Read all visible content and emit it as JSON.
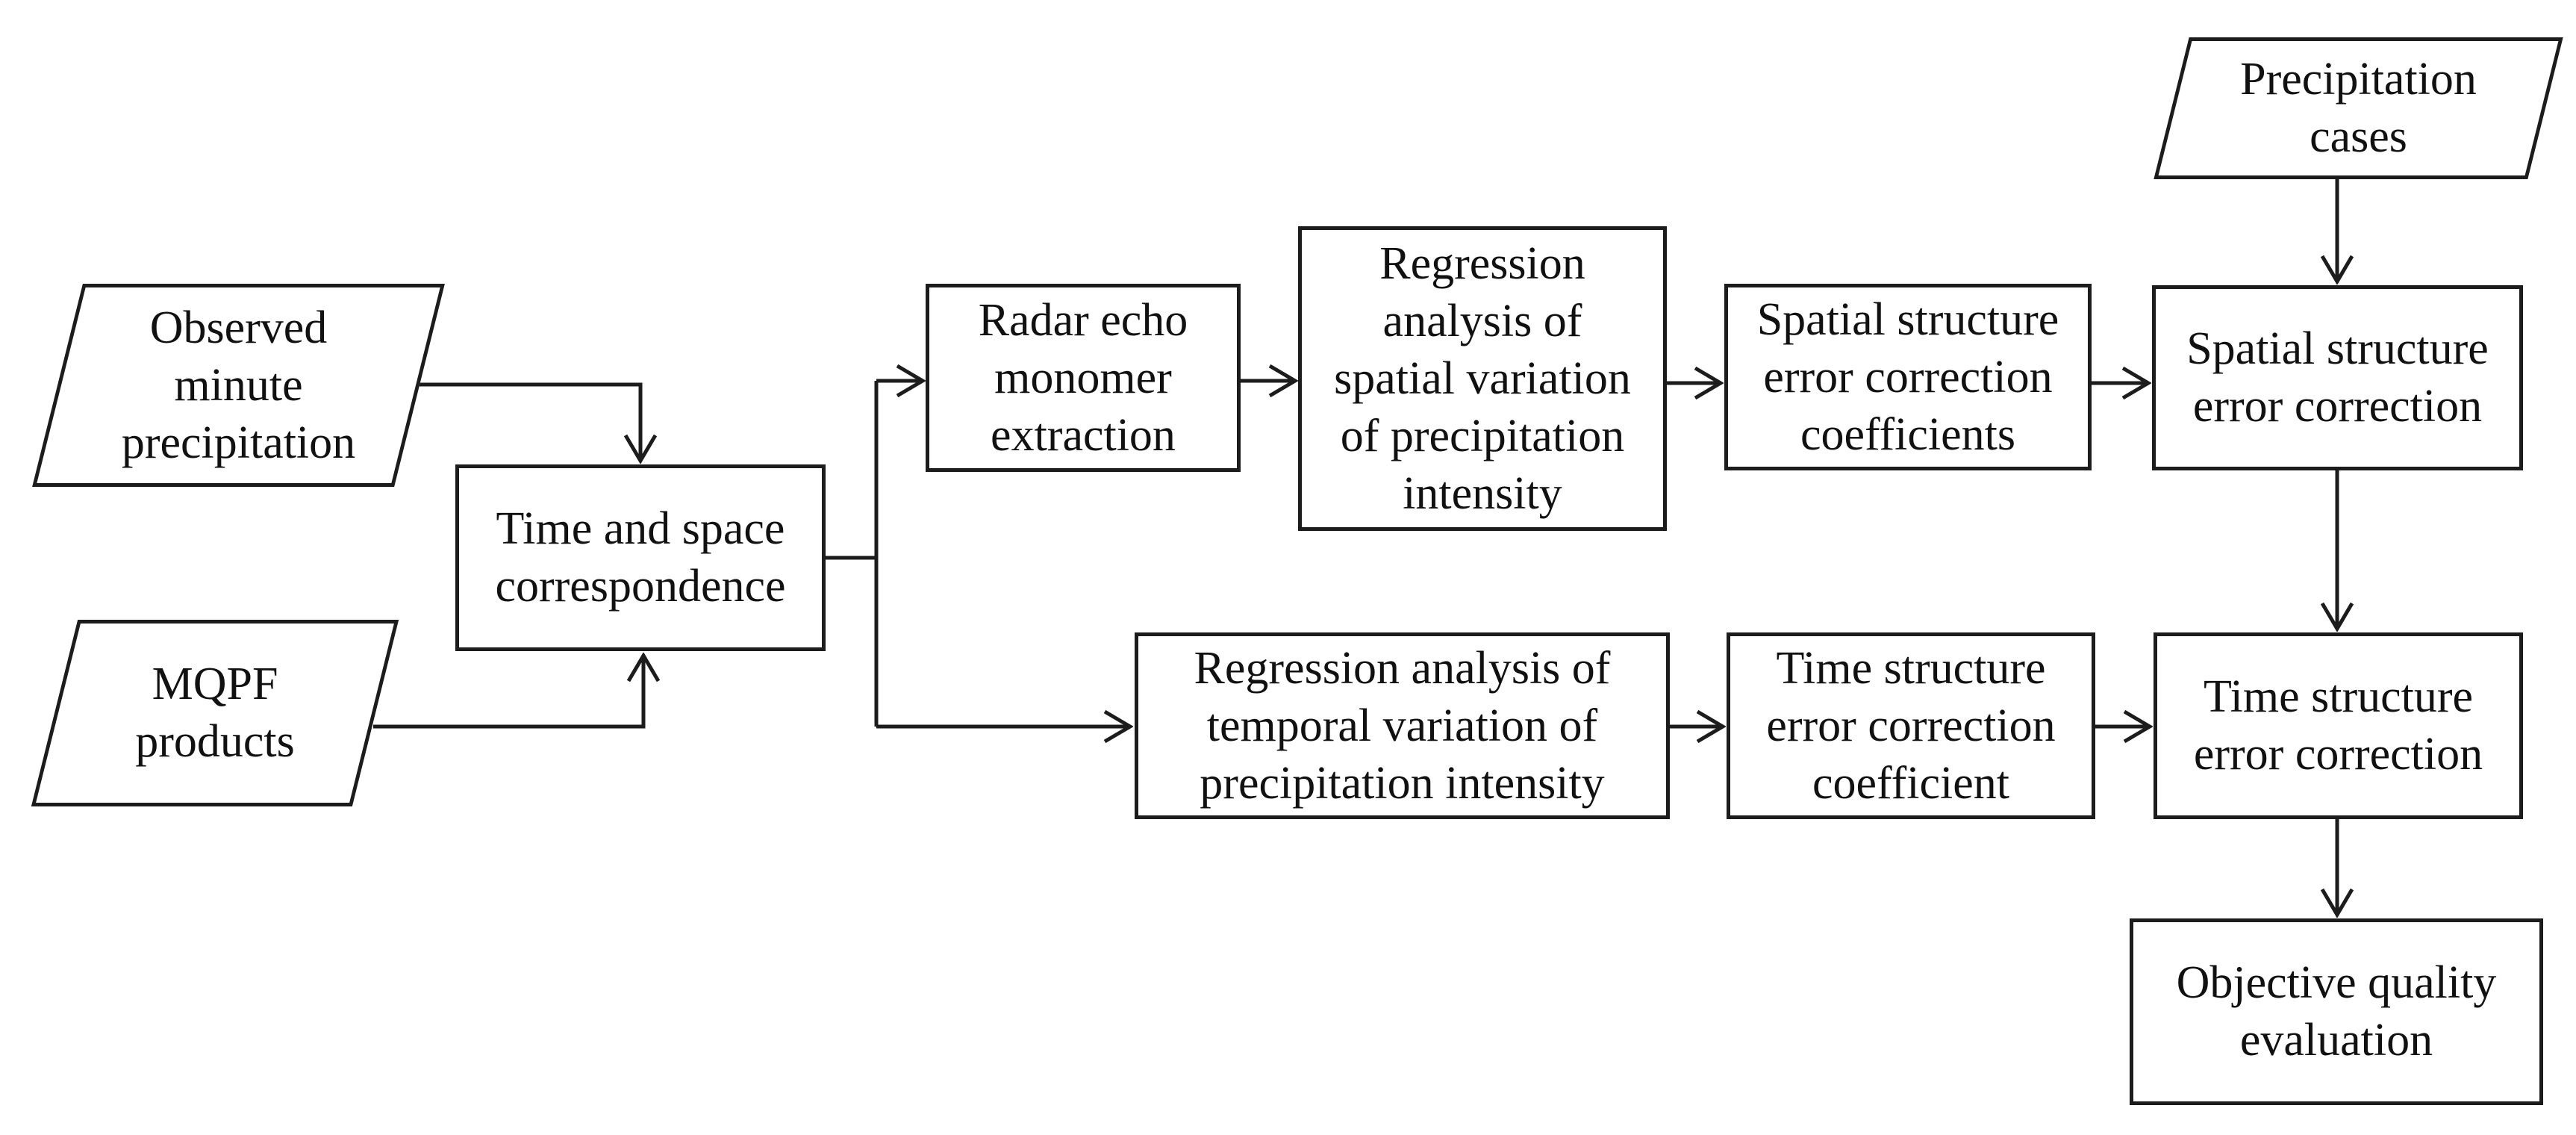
{
  "diagram": {
    "title": "MQPF error correction flowchart",
    "background_color": "#ffffff",
    "line_color": "#1c1c1c",
    "text_color": "#111111",
    "nodes": {
      "observed": {
        "label": "Observed\nminute\nprecipitation",
        "shape": "parallelogram"
      },
      "mqpf": {
        "label": "MQPF\nproducts",
        "shape": "parallelogram"
      },
      "time_space": {
        "label": "Time and space\ncorrespondence",
        "shape": "rectangle"
      },
      "radar_echo": {
        "label": "Radar echo\nmonomer\nextraction",
        "shape": "rectangle"
      },
      "reg_spatial": {
        "label": "Regression\nanalysis of\nspatial variation\nof precipitation\nintensity",
        "shape": "rectangle"
      },
      "spatial_coeff": {
        "label": "Spatial structure\nerror correction\ncoefficients",
        "shape": "rectangle"
      },
      "precip_cases": {
        "label": "Precipitation\ncases",
        "shape": "parallelogram"
      },
      "spatial_corr": {
        "label": "Spatial structure\nerror correction",
        "shape": "rectangle"
      },
      "reg_temporal": {
        "label": "Regression analysis of\ntemporal variation of\nprecipitation intensity",
        "shape": "rectangle"
      },
      "time_coeff": {
        "label": "Time structure\nerror correction\ncoefficient",
        "shape": "rectangle"
      },
      "time_corr": {
        "label": "Time structure\nerror correction",
        "shape": "rectangle"
      },
      "objective_eval": {
        "label": "Objective quality\nevaluation",
        "shape": "rectangle"
      }
    },
    "edges": [
      {
        "from": "observed",
        "to": "time_space"
      },
      {
        "from": "mqpf",
        "to": "time_space"
      },
      {
        "from": "time_space",
        "to": "radar_echo"
      },
      {
        "from": "time_space",
        "to": "reg_temporal"
      },
      {
        "from": "radar_echo",
        "to": "reg_spatial"
      },
      {
        "from": "reg_spatial",
        "to": "spatial_coeff"
      },
      {
        "from": "spatial_coeff",
        "to": "spatial_corr"
      },
      {
        "from": "precip_cases",
        "to": "spatial_corr"
      },
      {
        "from": "spatial_corr",
        "to": "time_corr"
      },
      {
        "from": "reg_temporal",
        "to": "time_coeff"
      },
      {
        "from": "time_coeff",
        "to": "time_corr"
      },
      {
        "from": "time_corr",
        "to": "objective_eval"
      }
    ]
  }
}
